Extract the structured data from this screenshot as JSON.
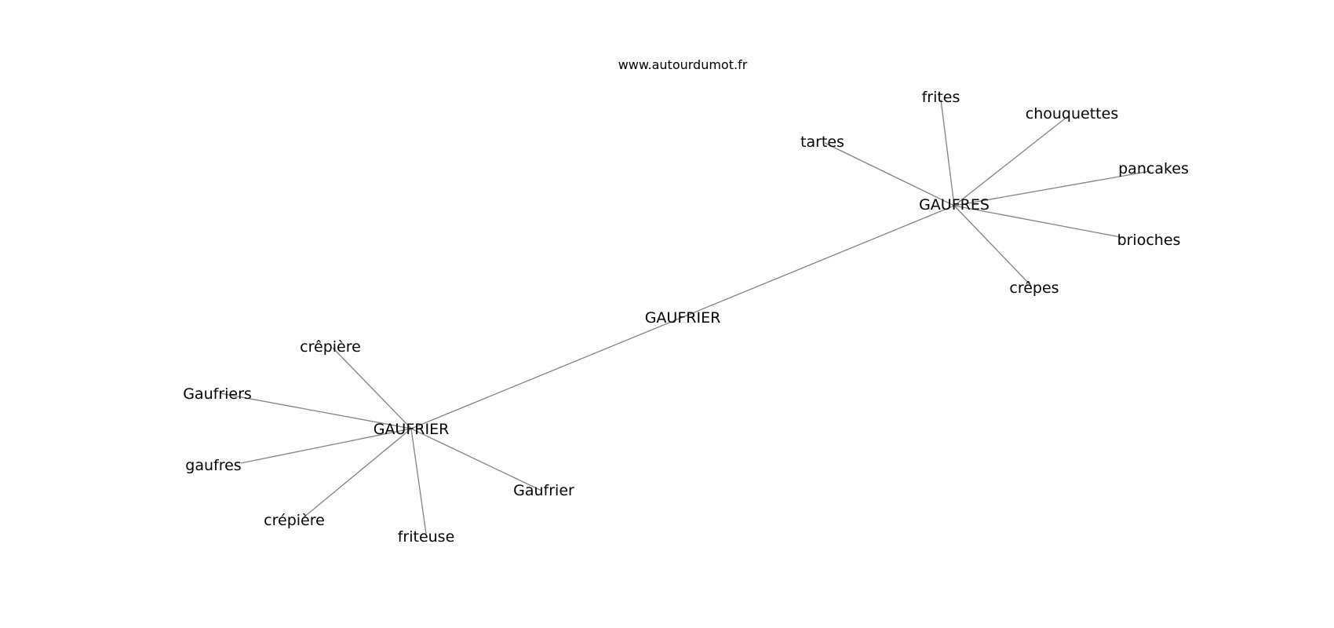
{
  "header": {
    "source": "www.autourdumot.fr"
  },
  "diagram": {
    "nodes": [
      {
        "id": "gaufrier_center",
        "label": "GAUFRIER"
      },
      {
        "id": "gaufres_hub",
        "label": "GAUFRES"
      },
      {
        "id": "gaufrier_hub",
        "label": "GAUFRIER"
      },
      {
        "id": "frites",
        "label": "frites"
      },
      {
        "id": "chouquettes",
        "label": "chouquettes"
      },
      {
        "id": "tartes",
        "label": "tartes"
      },
      {
        "id": "pancakes",
        "label": "pancakes"
      },
      {
        "id": "brioches",
        "label": "brioches"
      },
      {
        "id": "crepes",
        "label": "crêpes"
      },
      {
        "id": "crepiere1",
        "label": "crêpière"
      },
      {
        "id": "gaufriers",
        "label": "Gaufriers"
      },
      {
        "id": "gaufres_lc",
        "label": "gaufres"
      },
      {
        "id": "crepiere2",
        "label": "crépière"
      },
      {
        "id": "friteuse",
        "label": "friteuse"
      },
      {
        "id": "gaufrier_cap",
        "label": "Gaufrier"
      }
    ],
    "edges": [
      [
        "gaufres_hub",
        "gaufrier_hub"
      ],
      [
        "gaufres_hub",
        "frites"
      ],
      [
        "gaufres_hub",
        "chouquettes"
      ],
      [
        "gaufres_hub",
        "tartes"
      ],
      [
        "gaufres_hub",
        "pancakes"
      ],
      [
        "gaufres_hub",
        "brioches"
      ],
      [
        "gaufres_hub",
        "crepes"
      ],
      [
        "gaufrier_hub",
        "crepiere1"
      ],
      [
        "gaufrier_hub",
        "gaufriers"
      ],
      [
        "gaufrier_hub",
        "gaufres_lc"
      ],
      [
        "gaufrier_hub",
        "crepiere2"
      ],
      [
        "gaufrier_hub",
        "friteuse"
      ],
      [
        "gaufrier_hub",
        "gaufrier_cap"
      ]
    ]
  }
}
